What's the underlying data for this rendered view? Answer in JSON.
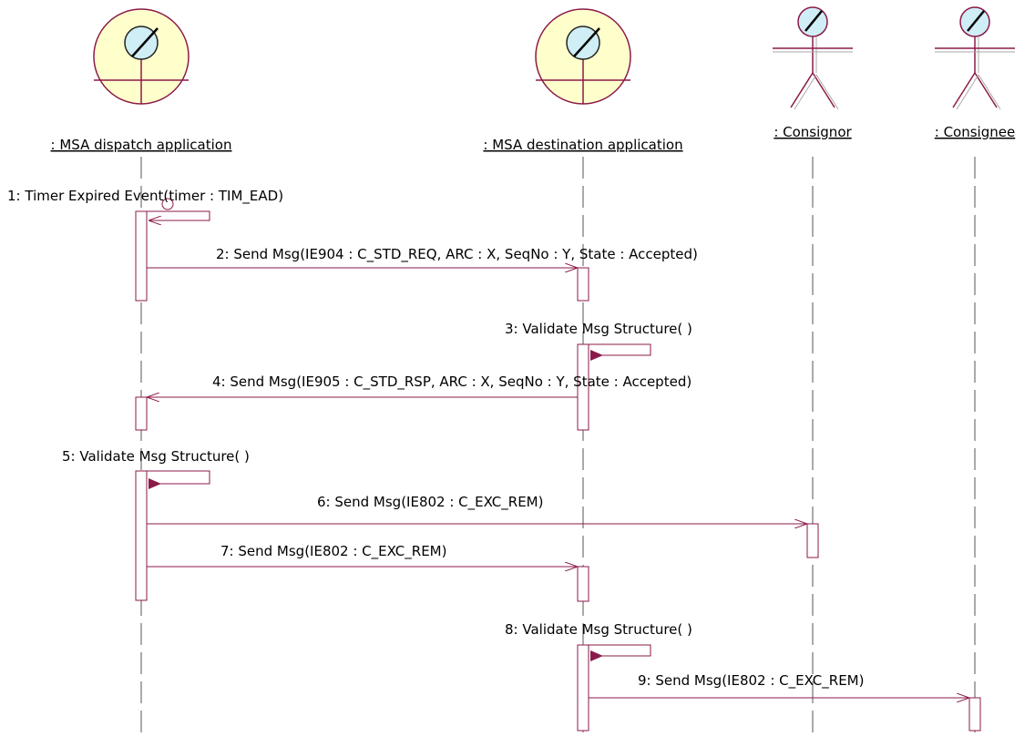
{
  "participants": [
    {
      "name": ": MSA dispatch application",
      "kind": "control"
    },
    {
      "name": ": MSA destination application",
      "kind": "control"
    },
    {
      "name": ": Consignor",
      "kind": "actor"
    },
    {
      "name": ": Consignee",
      "kind": "actor"
    }
  ],
  "messages": [
    {
      "label": "1: Timer Expired Event(timer : TIM_EAD)",
      "from": 0,
      "to": 0,
      "kind": "self-async"
    },
    {
      "label": "2: Send Msg(IE904 : C_STD_REQ, ARC : X, SeqNo : Y, State : Accepted)",
      "from": 0,
      "to": 1,
      "kind": "async"
    },
    {
      "label": "3: Validate Msg Structure( )",
      "from": 1,
      "to": 1,
      "kind": "self-sync"
    },
    {
      "label": "4: Send Msg(IE905 : C_STD_RSP, ARC : X, SeqNo : Y, State : Accepted)",
      "from": 1,
      "to": 0,
      "kind": "async"
    },
    {
      "label": "5: Validate Msg Structure( )",
      "from": 0,
      "to": 0,
      "kind": "self-sync"
    },
    {
      "label": "6: Send Msg(IE802 : C_EXC_REM)",
      "from": 0,
      "to": 2,
      "kind": "async"
    },
    {
      "label": "7: Send Msg(IE802 : C_EXC_REM)",
      "from": 0,
      "to": 1,
      "kind": "async"
    },
    {
      "label": "8: Validate Msg Structure( )",
      "from": 1,
      "to": 1,
      "kind": "self-sync"
    },
    {
      "label": "9: Send Msg(IE802 : C_EXC_REM)",
      "from": 1,
      "to": 3,
      "kind": "async"
    }
  ],
  "colors": {
    "line": "#8b1a4a",
    "control_fill": "#ffffcc",
    "head_fill": "#cfeef6",
    "lifeline": "#555555"
  }
}
